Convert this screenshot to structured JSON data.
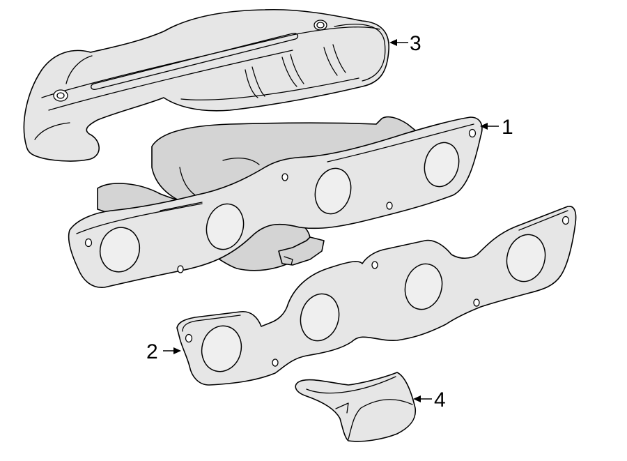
{
  "callouts": [
    {
      "id": "1",
      "label": "1",
      "part": "exhaust-manifold"
    },
    {
      "id": "2",
      "label": "2",
      "part": "manifold-gasket"
    },
    {
      "id": "3",
      "label": "3",
      "part": "heat-shield"
    },
    {
      "id": "4",
      "label": "4",
      "part": "lower-heat-shield"
    }
  ],
  "colors": {
    "line": "#000000",
    "fill": "#e6e6e6",
    "background": "#ffffff"
  }
}
